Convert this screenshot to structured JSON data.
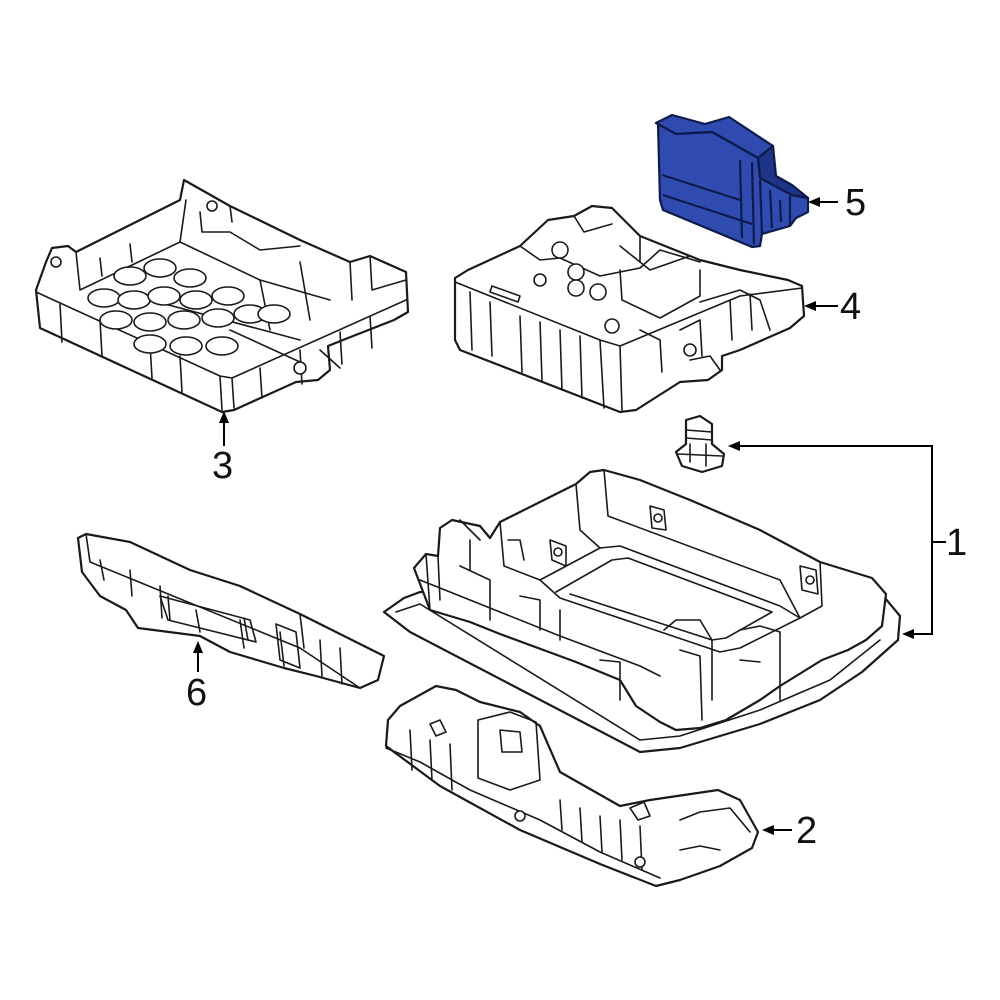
{
  "diagram": {
    "highlight_color": "#2f4bb0",
    "highlight_dark": "#1d3487",
    "line_color": "#1a1a1a",
    "callouts": [
      {
        "id": "1",
        "label": "1"
      },
      {
        "id": "2",
        "label": "2"
      },
      {
        "id": "3",
        "label": "3"
      },
      {
        "id": "4",
        "label": "4"
      },
      {
        "id": "5",
        "label": "5"
      },
      {
        "id": "6",
        "label": "6"
      }
    ]
  }
}
